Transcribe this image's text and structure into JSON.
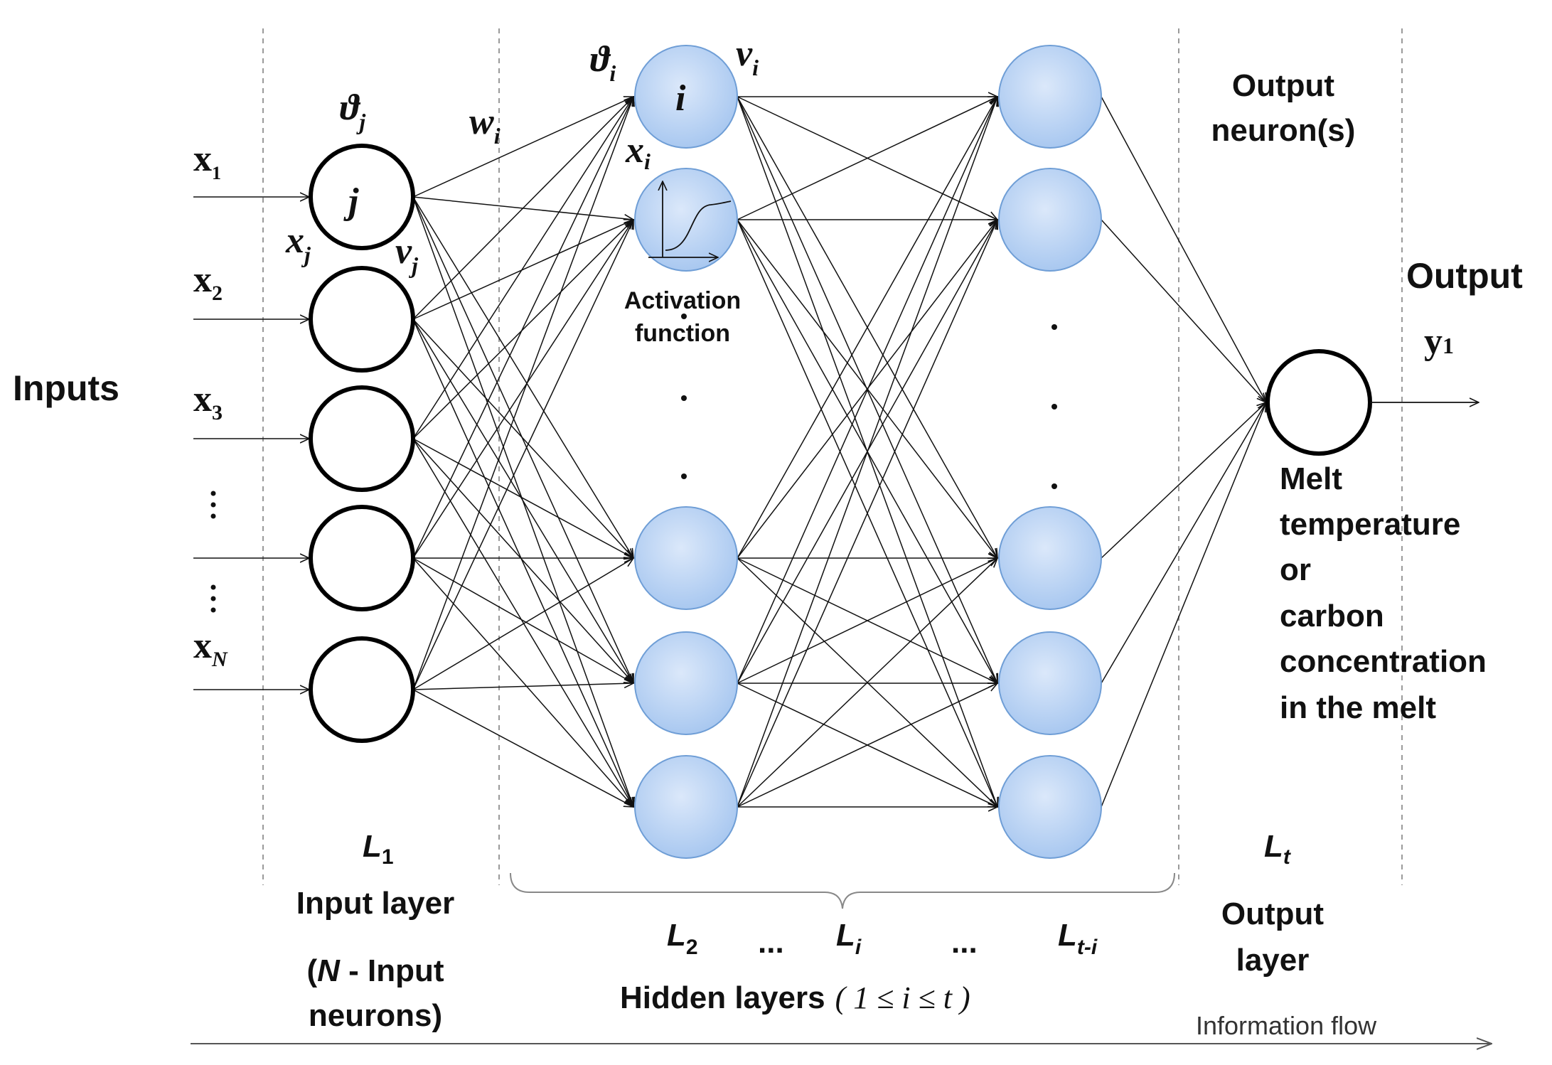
{
  "figure": {
    "inputs_label": "Inputs",
    "input_vars": [
      {
        "base": "x",
        "sub": "1"
      },
      {
        "base": "x",
        "sub": "2"
      },
      {
        "base": "x",
        "sub": "3"
      },
      {
        "base": "x",
        "sub": "N"
      }
    ],
    "input_neuron": {
      "name": "j",
      "theta": "ϑ",
      "theta_sub": "j",
      "x": "x",
      "x_sub": "j",
      "v": "v",
      "v_sub": "j"
    },
    "weight": {
      "base": "w",
      "sub": "i"
    },
    "hidden_neuron": {
      "name": "i",
      "theta": "ϑ",
      "theta_sub": "i",
      "v": "v",
      "v_sub": "i",
      "x": "x",
      "x_sub": "i"
    },
    "activation_line1": "Activation",
    "activation_line2": "function",
    "output_neurons_line1": "Output",
    "output_neurons_line2": "neuron(s)",
    "output_label": "Output",
    "output_var": {
      "base": "y",
      "sub": "1"
    },
    "output_description": [
      "Melt",
      "temperature",
      "or",
      "carbon",
      "concentration",
      "in the melt"
    ],
    "layer_L1": {
      "base": "L",
      "sub": "1"
    },
    "input_layer_line1": "Input layer",
    "input_layer_line2_prefix": "(",
    "input_layer_line2_n": "N",
    "input_layer_line2_rest": " - Input",
    "input_layer_line3": "neurons)",
    "hidden_labels": {
      "l2": {
        "base": "L",
        "sub": "2"
      },
      "dots1": "...",
      "li": {
        "base": "L",
        "sub": "i"
      },
      "dots2": "...",
      "lti": {
        "base": "L",
        "sub": "t-i"
      }
    },
    "hidden_layers_text": "Hidden layers",
    "hidden_layers_condition": "( 1 ≤ i ≤ t )",
    "layer_Lt": {
      "base": "L",
      "sub": "t"
    },
    "output_layer_line1": "Output",
    "output_layer_line2": "layer",
    "information_flow": "Information flow",
    "colors": {
      "hidden_fill": "#b9d3f3",
      "hidden_stroke": "#6f9ed6",
      "line": "#111111",
      "dashed": "#9a9a9a"
    }
  }
}
